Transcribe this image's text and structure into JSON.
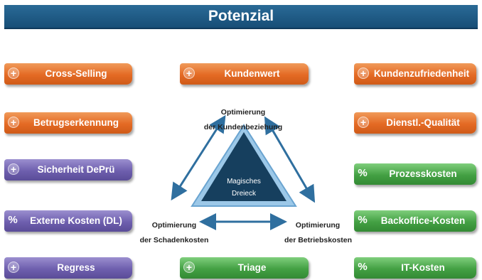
{
  "title": "Potenzial",
  "buttons": {
    "cross_selling": {
      "icon": "+",
      "label": "Cross-Selling",
      "color": "#e46a24"
    },
    "kundenwert": {
      "icon": "+",
      "label": "Kundenwert",
      "color": "#e46a24"
    },
    "kundenzufriedenheit": {
      "icon": "+",
      "label": "Kundenzufriedenheit",
      "color": "#e46a24"
    },
    "betrugserkennung": {
      "icon": "+",
      "label": "Betrugserkennung",
      "color": "#e46a24"
    },
    "dienstl_qualitaet": {
      "icon": "+",
      "label": "Dienstl.-Qualität",
      "color": "#e46a24"
    },
    "sicherheit_depru": {
      "icon": "+",
      "label": "Sicherheit DePrü",
      "color": "#6e5fae"
    },
    "prozesskosten": {
      "icon": "%",
      "label": "Prozesskosten",
      "color": "#43a043"
    },
    "externe_kosten": {
      "icon": "%",
      "label": "Externe Kosten (DL)",
      "color": "#6e5fae"
    },
    "backoffice_kosten": {
      "icon": "%",
      "label": "Backoffice-Kosten",
      "color": "#43a043"
    },
    "regress": {
      "icon": "+",
      "label": "Regress",
      "color": "#6e5fae"
    },
    "triage": {
      "icon": "+",
      "label": "Triage",
      "color": "#43a043"
    },
    "it_kosten": {
      "icon": "%",
      "label": "IT-Kosten",
      "color": "#43a043"
    }
  },
  "triangle": {
    "line1": "Magisches",
    "line2": "Dreieck",
    "top_label_1": "Optimierung",
    "top_label_2": "der Kundenbeziehung",
    "left_label_1": "Optimierung",
    "left_label_2": "der Schadenkosten",
    "right_label_1": "Optimierung",
    "right_label_2": "der Betriebskosten"
  },
  "colors": {
    "title_bar": "#1c5a86",
    "arrow": "#2f6f9f",
    "triangle_fill": "#163f5e",
    "triangle_border": "#8fc1e6"
  }
}
